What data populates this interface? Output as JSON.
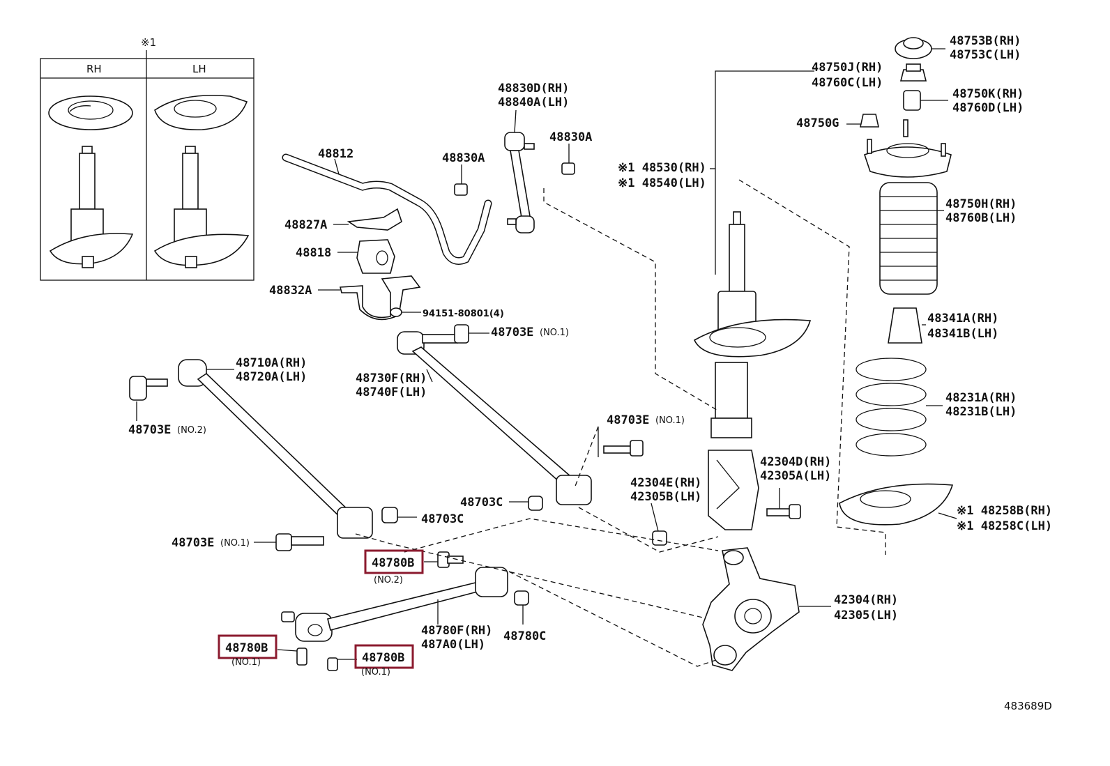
{
  "inset": {
    "mark": "※1",
    "columns": [
      "RH",
      "LH"
    ]
  },
  "labels": {
    "p48753": [
      "48753B(RH)",
      "48753C(LH)"
    ],
    "p48750J": [
      "48750J(RH)",
      "48760C(LH)"
    ],
    "p48750K": [
      "48750K(RH)",
      "48760D(LH)"
    ],
    "p48750G": "48750G",
    "p48530": [
      "※1 48530(RH)",
      "※1 48540(LH)"
    ],
    "p48750H": [
      "48750H(RH)",
      "48760B(LH)"
    ],
    "p48341": [
      "48341A(RH)",
      "48341B(LH)"
    ],
    "p48231": [
      "48231A(RH)",
      "48231B(LH)"
    ],
    "p48258": [
      "※1 48258B(RH)",
      "※1 48258C(LH)"
    ],
    "p48830D": [
      "48830D(RH)",
      "48840A(LH)"
    ],
    "p48830A_1": "48830A",
    "p48830A_2": "48830A",
    "p48812": "48812",
    "p48827A": "48827A",
    "p48818": "48818",
    "p48832A": "48832A",
    "p94151": "94151-80801(4)",
    "p48703E_top": "48703E",
    "p48703E_top_sub": "(NO.1)",
    "p48710A": [
      "48710A(RH)",
      "48720A(LH)"
    ],
    "p48730F": [
      "48730F(RH)",
      "48740F(LH)"
    ],
    "p48703E_left": "48703E",
    "p48703E_left_sub": "(NO.2)",
    "p48703E_mid": "48703E",
    "p48703E_mid_sub": "(NO.1)",
    "p42304D": [
      "42304D(RH)",
      "42305A(LH)"
    ],
    "p42304E": [
      "42304E(RH)",
      "42305B(LH)"
    ],
    "p48703C_1": "48703C",
    "p48703C_2": "48703C",
    "p48703E_low": "48703E",
    "p48703E_low_sub": "(NO.1)",
    "p48780B_top": "48780B",
    "p48780B_top_sub": "(NO.2)",
    "p48780F": [
      "48780F(RH)",
      "487A0(LH)"
    ],
    "p48780C": "48780C",
    "p42304": [
      "42304(RH)",
      "42305(LH)"
    ],
    "p48780B_left": "48780B",
    "p48780B_left_sub": "(NO.1)",
    "p48780B_right": "48780B",
    "p48780B_right_sub": "(NO.1)"
  },
  "highlight_color": "#8b1a2e",
  "figure_id": "483689D"
}
